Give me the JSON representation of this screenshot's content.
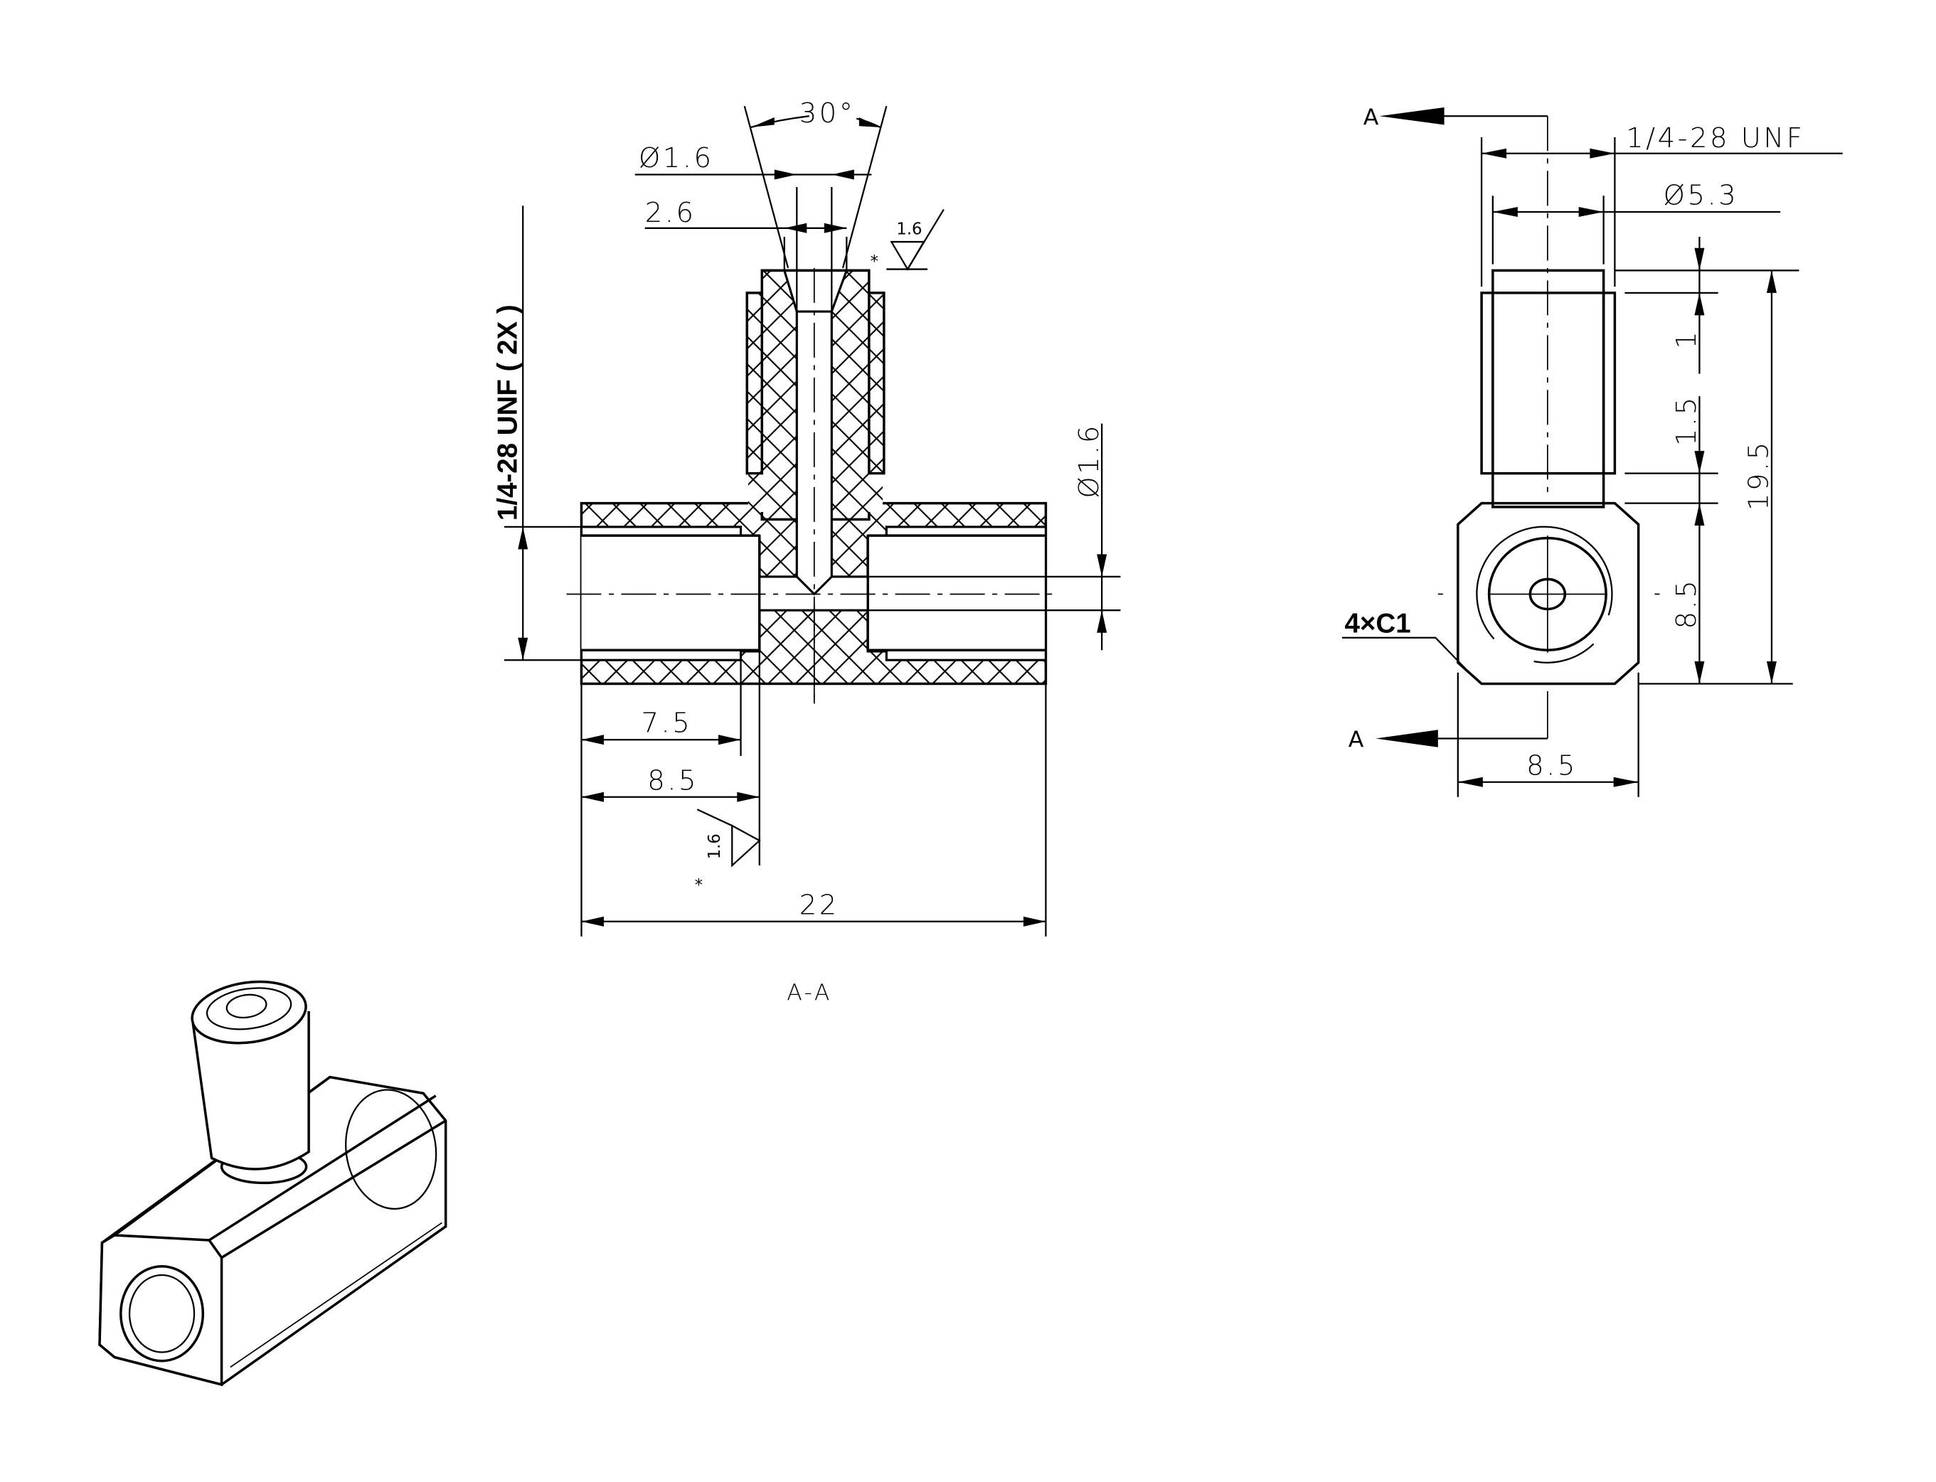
{
  "section_view": {
    "title": "A-A",
    "angle": "30°",
    "hole_diameter_top": "Ø1.6",
    "counterbore": "2.6",
    "hole_diameter_side": "Ø1.6",
    "thread_callout": "1/4-28 UNF ( 2X )",
    "depth_thread": "7.5",
    "depth_bore": "8.5",
    "overall_length": "22",
    "roughness_top": "1.6",
    "roughness_bottom": "1.6",
    "roughness_mark": "*"
  },
  "side_view": {
    "section_marker_top": "A",
    "section_marker_bottom": "A",
    "thread": "1/4-28 UNF",
    "diameter": "Ø5.3",
    "height_1": "1",
    "height_1_5": "1.5",
    "height_8_5": "8.5",
    "height_total": "19.5",
    "width": "8.5",
    "chamfer": "4×C1"
  }
}
